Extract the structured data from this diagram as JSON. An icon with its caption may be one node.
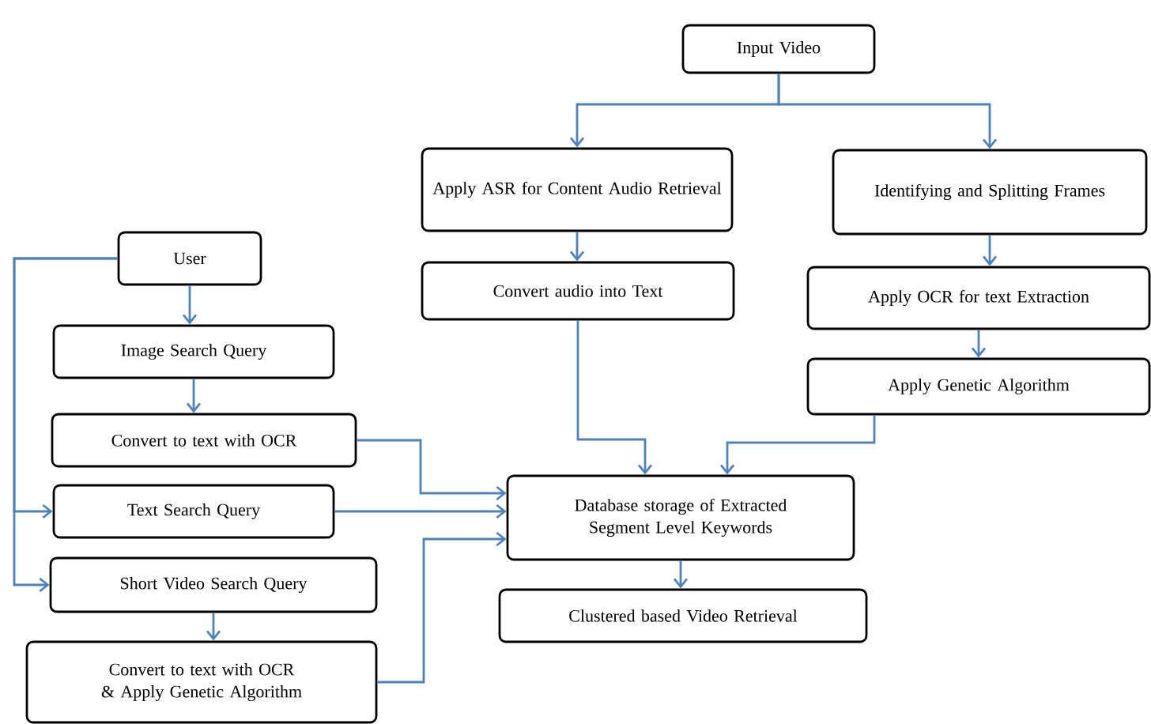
{
  "diagram": {
    "nodes": [
      {
        "text": [
          "Input Video"
        ]
      },
      {
        "text": [
          "Apply ASR for Content Audio Retrieval"
        ]
      },
      {
        "text": [
          "Identifying and Splitting Frames"
        ]
      },
      {
        "text": [
          "Convert audio into Text"
        ]
      },
      {
        "text": [
          "Apply OCR for text Extraction"
        ]
      },
      {
        "text": [
          "Apply Genetic Algorithm"
        ]
      },
      {
        "text": [
          "User"
        ]
      },
      {
        "text": [
          "Image Search Query"
        ]
      },
      {
        "text": [
          "Convert to text with OCR"
        ]
      },
      {
        "text": [
          "Text Search Query"
        ]
      },
      {
        "text": [
          "Short Video Search Query"
        ]
      },
      {
        "text": [
          "Convert to text with OCR & Apply Genetic Algorithm"
        ]
      },
      {
        "text": [
          "Database storage of Extracted Segment Level Keywords"
        ]
      },
      {
        "text": [
          "Clustered based Video Retrieval"
        ]
      }
    ],
    "edges": [
      {
        "from": 0,
        "to": 1,
        "arrow": "to"
      },
      {
        "from": 0,
        "to": 2,
        "arrow": "to"
      },
      {
        "from": 1,
        "to": 3,
        "arrow": "to"
      },
      {
        "from": 2,
        "to": 4,
        "arrow": "to"
      },
      {
        "from": 4,
        "to": 5,
        "arrow": "to"
      },
      {
        "from": 3,
        "to": 12,
        "arrow": "to"
      },
      {
        "from": 5,
        "to": 12,
        "arrow": "to"
      },
      {
        "from": 6,
        "to": 7,
        "arrow": "to"
      },
      {
        "from": 7,
        "to": 8,
        "arrow": "to"
      },
      {
        "from": 6,
        "to": 9,
        "arrow": "to"
      },
      {
        "from": 6,
        "to": 10,
        "arrow": "to"
      },
      {
        "from": 10,
        "to": 11,
        "arrow": "to"
      },
      {
        "from": 8,
        "to": 12,
        "arrow": "to"
      },
      {
        "from": 9,
        "to": 12,
        "arrow": "to"
      },
      {
        "from": 11,
        "to": 12,
        "arrow": "to"
      },
      {
        "from": 12,
        "to": 13,
        "arrow": "to"
      }
    ]
  }
}
